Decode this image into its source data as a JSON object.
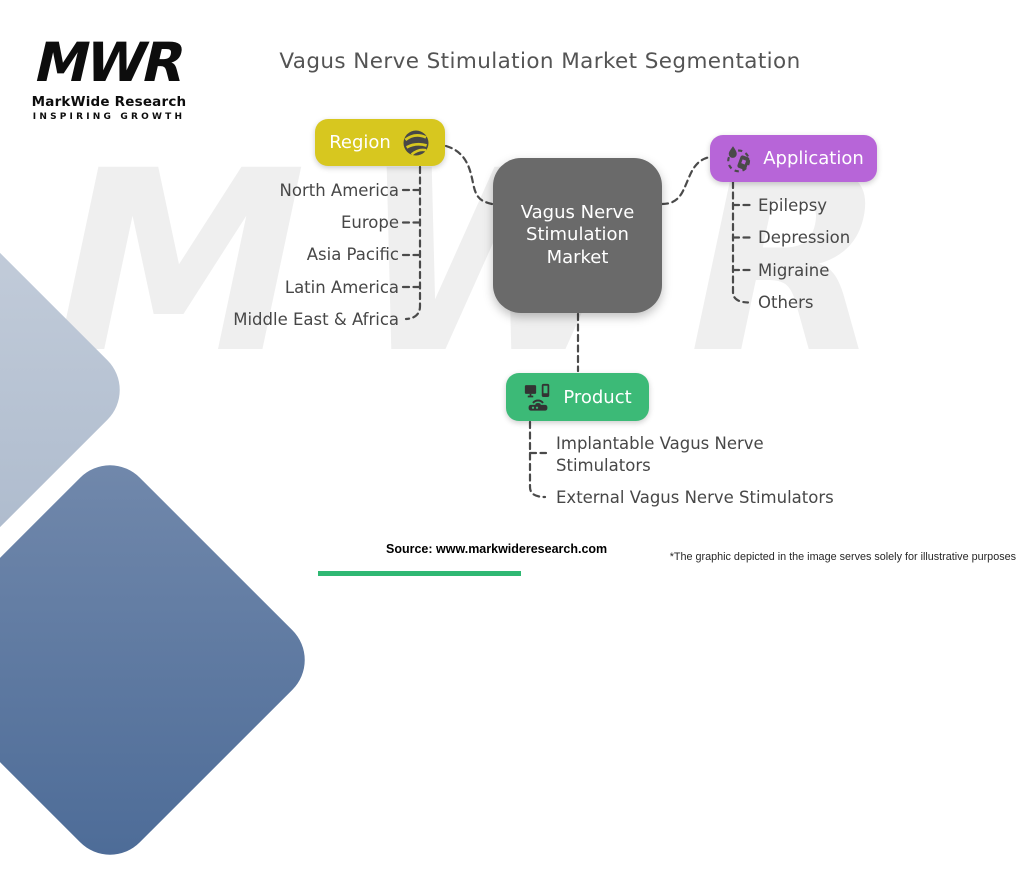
{
  "page": {
    "title": "Vagus Nerve Stimulation Market Segmentation"
  },
  "logo": {
    "mark": "MWR",
    "name": "MarkWide Research",
    "tagline": "INSPIRING GROWTH",
    "watermark": "MWR"
  },
  "center_node": {
    "label": "Vagus Nerve Stimulation Market",
    "color": "#6a6a6a"
  },
  "branches": {
    "region": {
      "label": "Region",
      "icon": "globe-icon",
      "color": "#d7c71f",
      "items": [
        "North America",
        "Europe",
        "Asia Pacific",
        "Latin America",
        "Middle East & Africa"
      ]
    },
    "application": {
      "label": "Application",
      "icon": "medical-application-icon",
      "color": "#b765d8",
      "items": [
        "Epilepsy",
        "Depression",
        "Migraine",
        "Others"
      ]
    },
    "product": {
      "label": "Product",
      "icon": "devices-icon",
      "color": "#3cba77",
      "items": [
        "Implantable Vagus Nerve Stimulators",
        "External Vagus Nerve Stimulators"
      ]
    }
  },
  "footer": {
    "source": "Source: www.markwideresearch.com",
    "disclaimer": "*The graphic depicted in the image serves solely for illustrative purposes",
    "accent_color": "#2fb873"
  }
}
